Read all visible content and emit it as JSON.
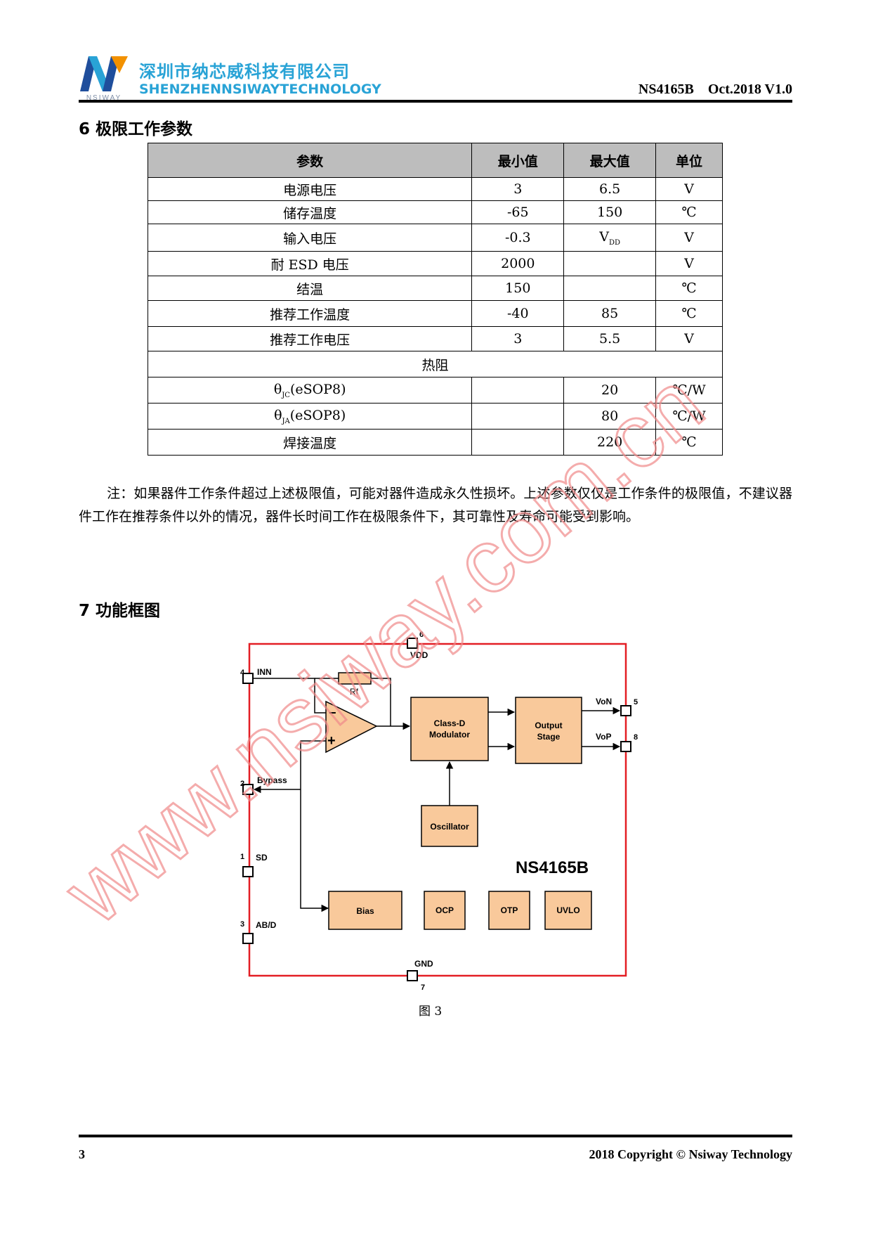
{
  "header": {
    "company_cn": "深圳市纳芯威科技有限公司",
    "company_en": "SHENZHENNSIWAYTECHNOLOGY",
    "logo_text": "NSIWAY",
    "doc_id": "NS4165B    Oct.2018 V1.0"
  },
  "section6": {
    "title": "6  极限工作参数",
    "table": {
      "headers": [
        "参数",
        "最小值",
        "最大值",
        "单位"
      ],
      "rows": [
        {
          "param": "电源电压",
          "min": "3",
          "max": "6.5",
          "unit": "V"
        },
        {
          "param": "储存温度",
          "min": "-65",
          "max": "150",
          "unit": "℃"
        },
        {
          "param": "输入电压",
          "min": "-0.3",
          "max_main": "V",
          "max_sub": "DD",
          "unit": "V"
        },
        {
          "param": "耐 ESD 电压",
          "min": "2000",
          "max": "",
          "unit": "V"
        },
        {
          "param": "结温",
          "min": "150",
          "max": "",
          "unit": "℃"
        },
        {
          "param": "推荐工作温度",
          "min": "-40",
          "max": "85",
          "unit": "℃"
        },
        {
          "param": "推荐工作电压",
          "min": "3",
          "max": "5.5",
          "unit": "V"
        }
      ],
      "section_row": "热阻",
      "thermal_rows": [
        {
          "param_main": "θ",
          "param_sub": "JC",
          "param_tail": "(eSOP8)",
          "min": "",
          "max": "20",
          "unit": "℃/W"
        },
        {
          "param_main": "θ",
          "param_sub": "JA",
          "param_tail": "(eSOP8)",
          "min": "",
          "max": "80",
          "unit": "℃/W"
        },
        {
          "param": "焊接温度",
          "min": "",
          "max": "220",
          "unit": "℃"
        }
      ]
    },
    "note": "注：如果器件工作条件超过上述极限值，可能对器件造成永久性损坏。上述参数仅仅是工作条件的极限值，不建议器件工作在推荐条件以外的情况，器件长时间工作在极限条件下，其可靠性及寿命可能受到影响。"
  },
  "section7": {
    "title": "7  功能框图",
    "diagram": {
      "pins": {
        "vdd": {
          "num": "6",
          "name": "VDD"
        },
        "inn": {
          "num": "4",
          "name": "INN"
        },
        "bypass": {
          "num": "2",
          "name": "Bypass"
        },
        "sd": {
          "num": "1",
          "name": "SD"
        },
        "abd": {
          "num": "3",
          "name": "AB/D"
        },
        "gnd": {
          "num": "7",
          "name": "GND"
        },
        "von": {
          "num": "5",
          "name": "VoN"
        },
        "vop": {
          "num": "8",
          "name": "VoP"
        }
      },
      "rf": "Rf",
      "blocks": {
        "modulator_line1": "Class-D",
        "modulator_line2": "Modulator",
        "output_line1": "Output",
        "output_line2": "Stage",
        "oscillator": "Oscillator",
        "bias": "Bias",
        "ocp": "OCP",
        "otp": "OTP",
        "uvlo": "UVLO"
      },
      "chip_name": "NS4165B",
      "opamp_minus": "−",
      "opamp_plus": "+"
    },
    "caption": "图 3"
  },
  "watermark": "www.nsiway.com.cn",
  "footer": {
    "page": "3",
    "copyright": "2018 Copyright © Nsiway Technology"
  },
  "colors": {
    "brand_blue": "#29a3d6",
    "chip_border": "#e31e24",
    "block_fill": "#f9c99b",
    "watermark": "#f08a8a"
  }
}
